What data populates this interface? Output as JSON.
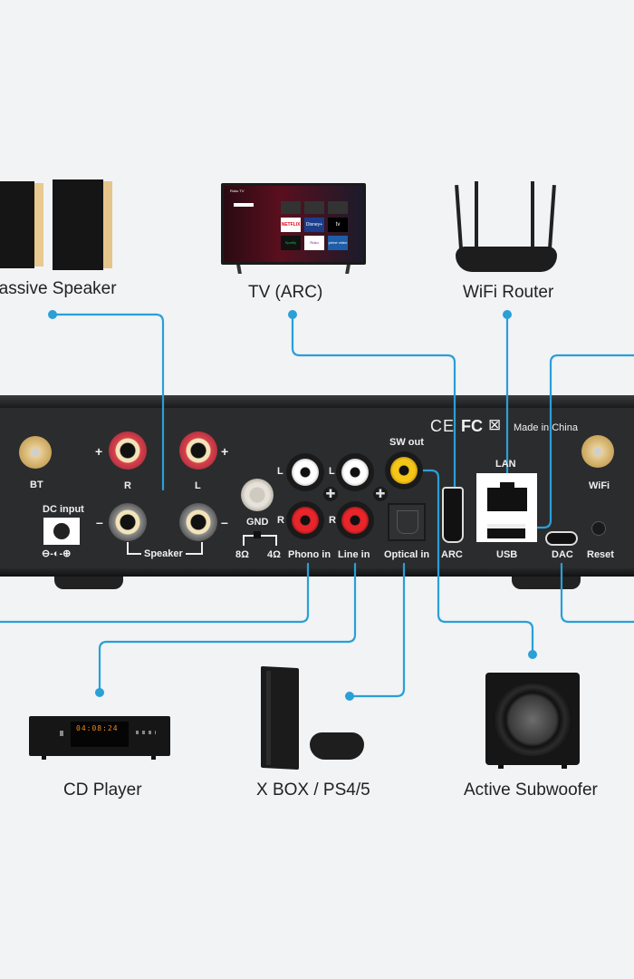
{
  "devices": {
    "passive_speaker": "Passive Speaker",
    "tv": "TV (ARC)",
    "router": "WiFi Router",
    "cd_player": "CD Player",
    "console": "X BOX / PS4/5",
    "subwoofer": "Active Subwoofer"
  },
  "tv_screen": {
    "brand": "Roku TV",
    "apps": [
      "NETFLIX",
      "Disney+",
      "tv",
      "Spotify",
      "Roku Channel",
      "prime video"
    ]
  },
  "cd_display": "04:08:24",
  "panel": {
    "bt": "BT",
    "dc_input": "DC input",
    "dc_polarity": "⊖-◐-⊕",
    "speaker_r": "R",
    "speaker_l": "L",
    "plus": "+",
    "minus": "–",
    "speaker": "Speaker",
    "gnd": "GND",
    "ohm_8": "8Ω",
    "ohm_4": "4Ω",
    "phono_l": "L",
    "phono_r": "R",
    "line_l": "L",
    "line_r": "R",
    "phono_in": "Phono in",
    "line_in": "Line in",
    "sw_out": "SW out",
    "optical_in": "Optical in",
    "arc": "ARC",
    "lan": "LAN",
    "usb": "USB",
    "dac": "DAC",
    "reset": "Reset",
    "wifi": "WiFi",
    "ce": "CE",
    "fc": "FC",
    "made_in": "Made in China"
  },
  "colors": {
    "wire": "#2a9fd8",
    "background": "#f1f3f5",
    "panel": "#2b2c2e"
  }
}
